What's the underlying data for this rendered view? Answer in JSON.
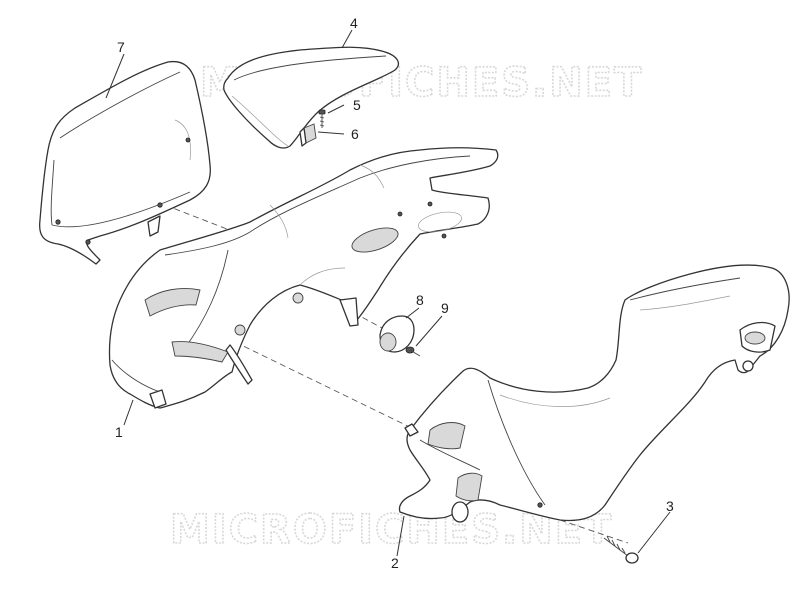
{
  "watermark": {
    "text_top": "MICROFICHES.NET",
    "text_bottom": "MICROFICHES.NET"
  },
  "labels": {
    "p1": "1",
    "p2": "2",
    "p3": "3",
    "p4": "4",
    "p5": "5",
    "p6": "6",
    "p7": "7",
    "p8": "8",
    "p9": "9"
  }
}
